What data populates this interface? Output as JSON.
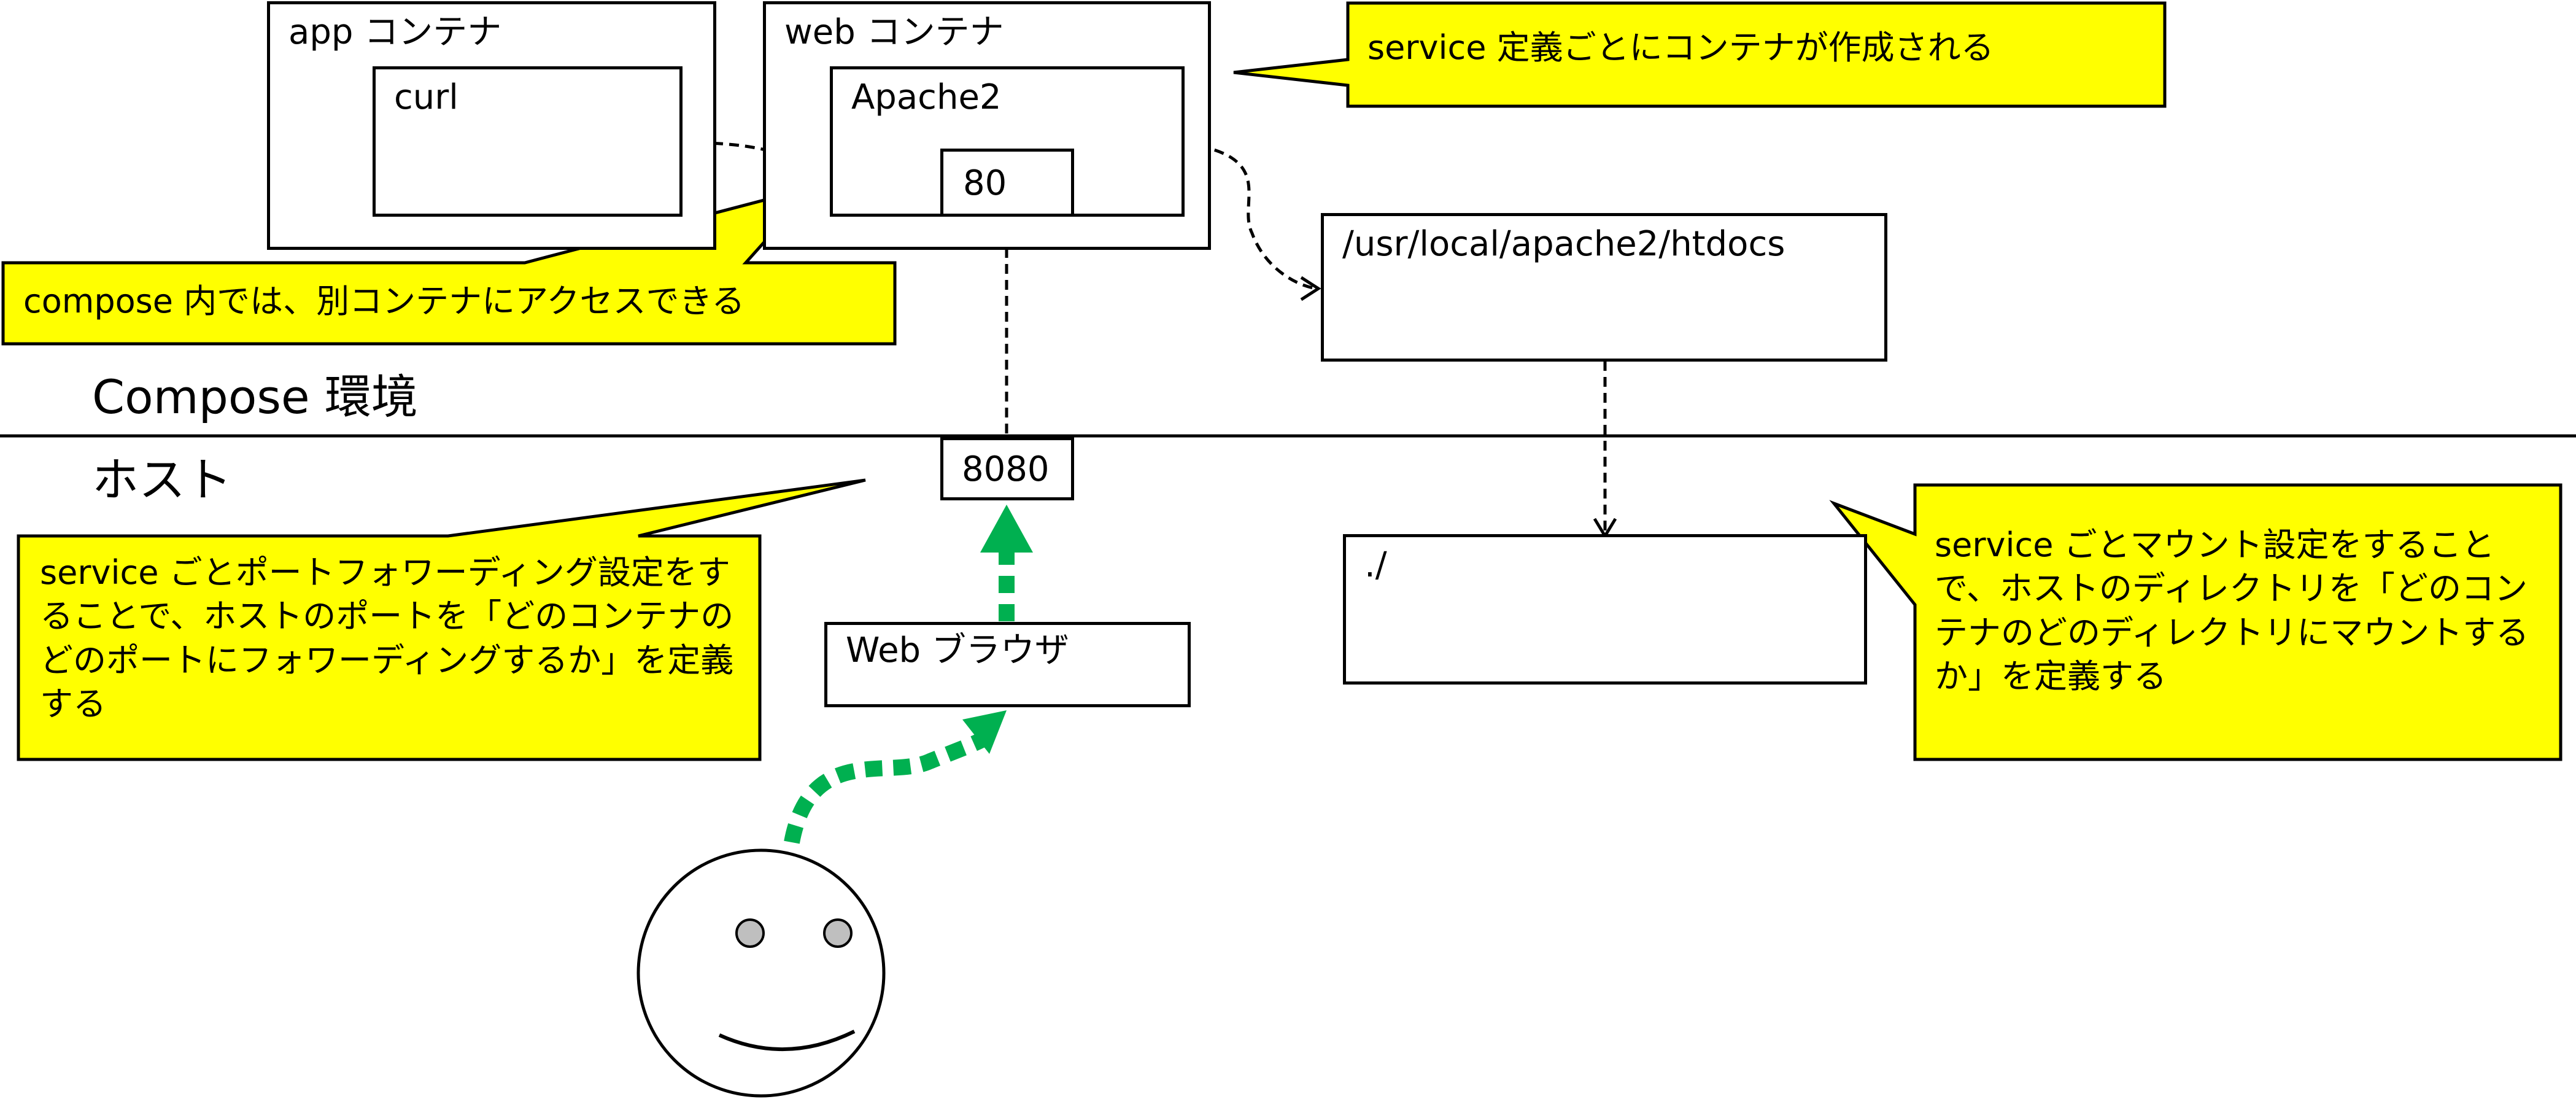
{
  "containers": {
    "app": {
      "title": "app コンテナ"
    },
    "web": {
      "title": "web コンテナ"
    }
  },
  "processes": {
    "curl": "curl",
    "apache": "Apache2",
    "container_port": "80"
  },
  "volumes": {
    "container_path": "/usr/local/apache2/htdocs",
    "host_path": "./"
  },
  "host": {
    "port": "8080",
    "browser": "Web ブラウザ"
  },
  "environments": {
    "compose": "Compose 環境",
    "host": "ホスト"
  },
  "callouts": {
    "service": "service 定義ごとにコンテナが作成される",
    "compose_access": "compose 内では、別コンテナにアクセスできる",
    "port_forward": "service ごとポートフォワーディング設定をすることで、ホストのポートを「どのコンテナのどのポートにフォワーディングするか」を定義する",
    "mount": "service ごとマウント設定をすることで、ホストのディレクトリを「どのコンテナのどのディレクトリにマウントするか」を定義する"
  },
  "colors": {
    "callout_fill": "#ffff00",
    "access_arrow": "#00b050",
    "face_eye": "#bfbfbf"
  }
}
